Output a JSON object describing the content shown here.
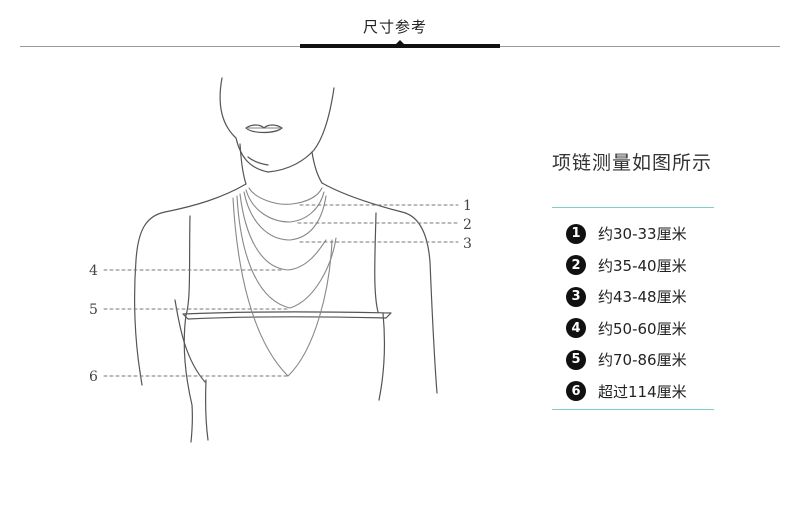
{
  "header": {
    "title": "尺寸参考"
  },
  "legend": {
    "title": "项链测量如图所示",
    "items": [
      {
        "num": "1",
        "text": "约30-33厘米"
      },
      {
        "num": "2",
        "text": "约35-40厘米"
      },
      {
        "num": "3",
        "text": "约43-48厘米"
      },
      {
        "num": "4",
        "text": "约50-60厘米"
      },
      {
        "num": "5",
        "text": "约70-86厘米"
      },
      {
        "num": "6",
        "text": "超过114厘米"
      }
    ]
  },
  "figure": {
    "labels": [
      "1",
      "2",
      "3",
      "4",
      "5",
      "6"
    ]
  }
}
